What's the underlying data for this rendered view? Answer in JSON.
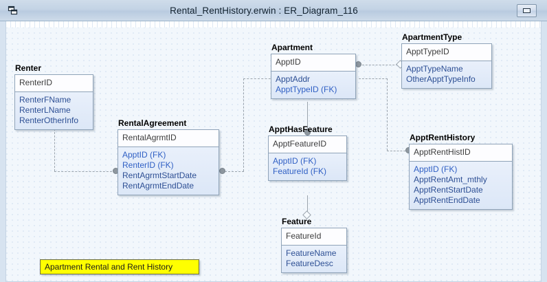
{
  "window": {
    "title": "Rental_RentHistory.erwin : ER_Diagram_116",
    "app_icon": "cascade-windows-icon",
    "minimize_label": "",
    "minimize_icon": "restore-icon"
  },
  "diagram": {
    "note": {
      "text": "Apartment Rental and Rent History",
      "color": "#ffff00"
    },
    "entities": [
      {
        "name": "Renter",
        "primary_keys": [
          "RenterID"
        ],
        "attributes": [
          "RenterFName",
          "RenterLName",
          "RenterOtherInfo"
        ]
      },
      {
        "name": "RentalAgreement",
        "primary_keys": [
          "RentalAgrmtID"
        ],
        "attributes": [
          "ApptID (FK)",
          "RenterID (FK)",
          "RentAgrmtStartDate",
          "RentAgrmtEndDate"
        ]
      },
      {
        "name": "Apartment",
        "primary_keys": [
          "ApptID"
        ],
        "attributes": [
          "ApptAddr",
          "ApptTypeID (FK)"
        ]
      },
      {
        "name": "ApartmentType",
        "primary_keys": [
          "ApptTypeID"
        ],
        "attributes": [
          "ApptTypeName",
          "OtherApptTypeInfo"
        ]
      },
      {
        "name": "ApptHasFeature",
        "primary_keys": [
          "ApptFeatureID"
        ],
        "attributes": [
          "ApptID (FK)",
          "FeatureId (FK)"
        ]
      },
      {
        "name": "ApptRentHistory",
        "primary_keys": [
          "ApptRentHistID"
        ],
        "attributes": [
          "ApptID (FK)",
          "ApptRentAmt_mthly",
          "ApptRentStartDate",
          "ApptRentEndDate"
        ]
      },
      {
        "name": "Feature",
        "primary_keys": [
          "FeatureId"
        ],
        "attributes": [
          "FeatureName",
          "FeatureDesc"
        ]
      }
    ],
    "relationships": [
      {
        "from": "Renter",
        "to": "RentalAgreement",
        "style": "non-identifying-dashed"
      },
      {
        "from": "Apartment",
        "to": "RentalAgreement",
        "style": "non-identifying-dashed"
      },
      {
        "from": "Apartment",
        "to": "ApartmentType",
        "style": "non-identifying-dashed"
      },
      {
        "from": "Apartment",
        "to": "ApptHasFeature",
        "style": "identifying-solid"
      },
      {
        "from": "Apartment",
        "to": "ApptRentHistory",
        "style": "non-identifying-dashed"
      },
      {
        "from": "ApptHasFeature",
        "to": "Feature",
        "style": "identifying-solid"
      }
    ]
  },
  "colors": {
    "fk_text": "#2f5fc4",
    "attribute_text": "#2d4f94",
    "entity_border": "#8fa3b8",
    "canvas_background": "#f2f7fc",
    "note_background": "#ffff00"
  }
}
